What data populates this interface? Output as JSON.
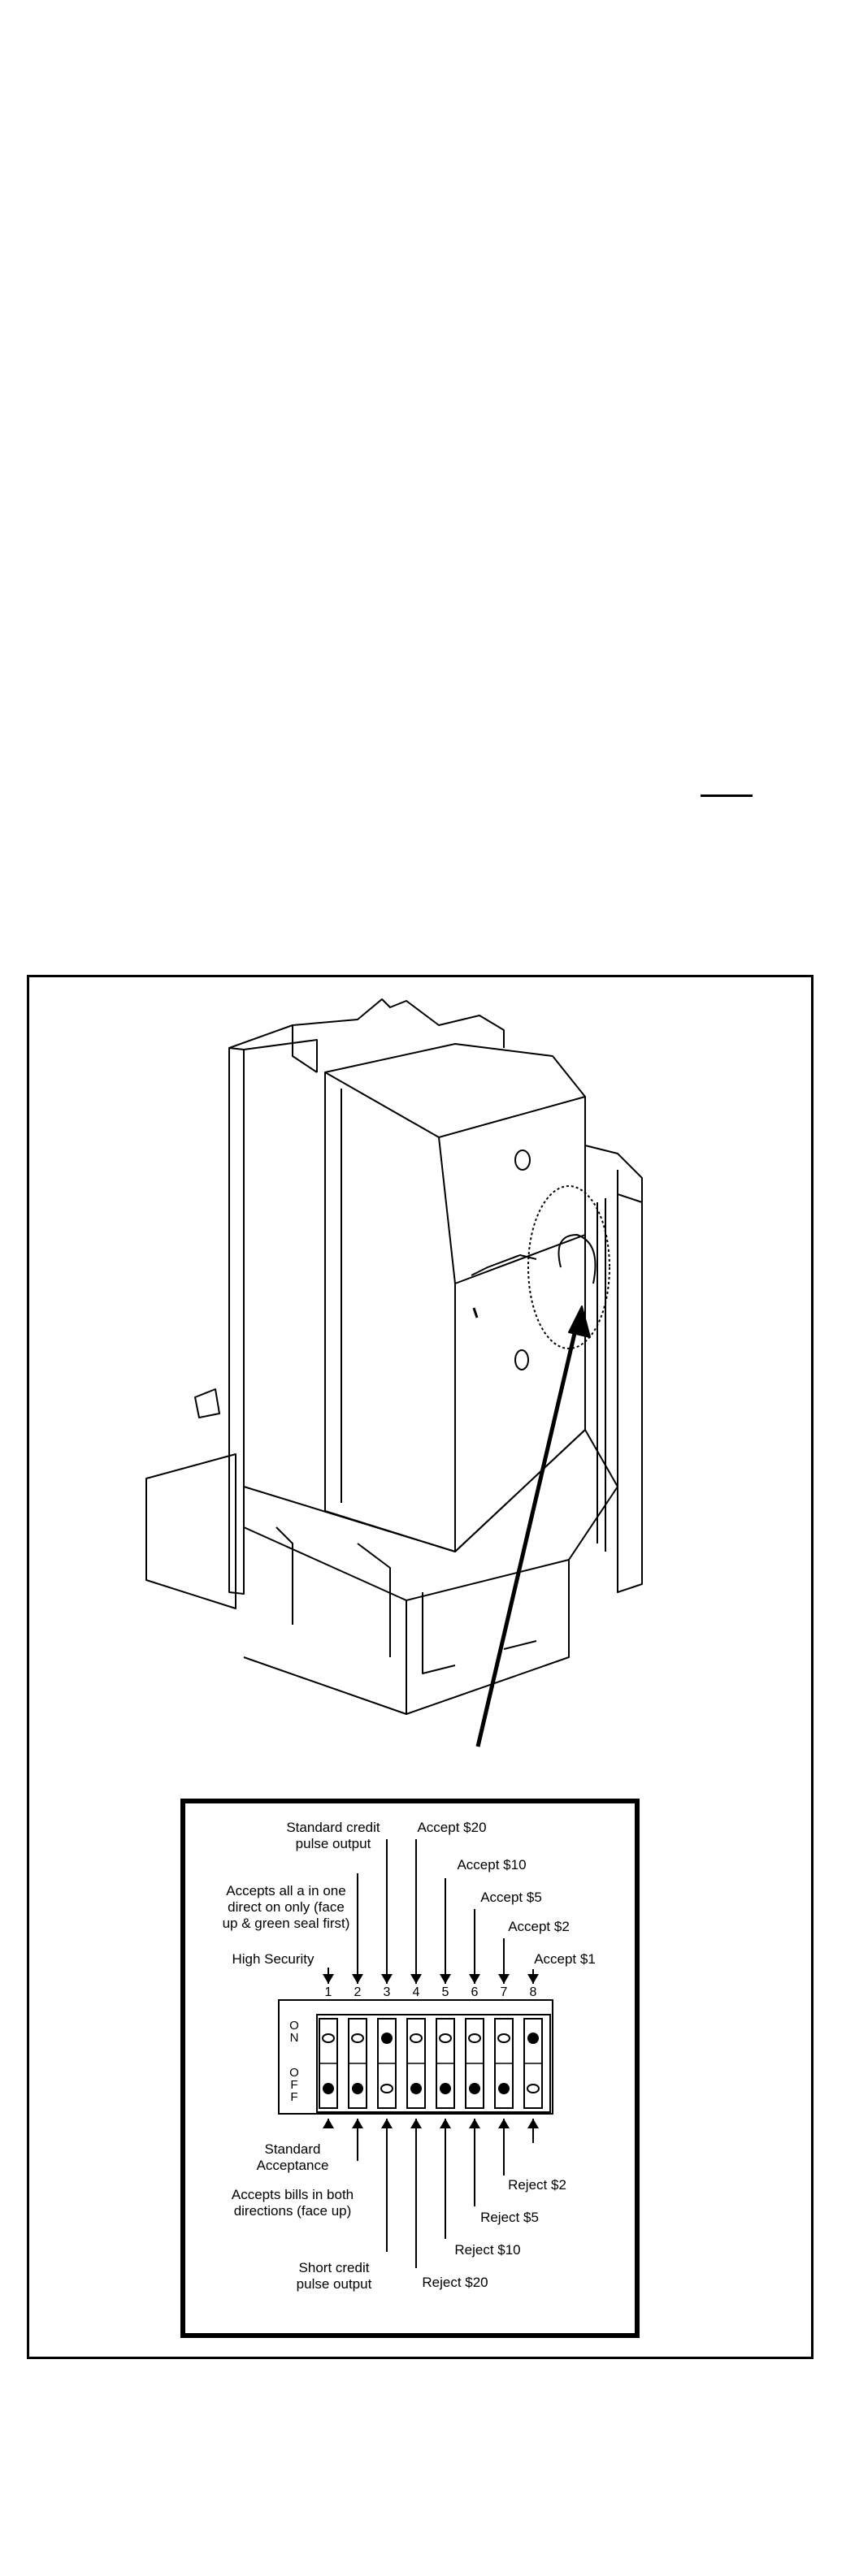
{
  "dip_switch": {
    "switch_numbers": [
      "1",
      "2",
      "3",
      "4",
      "5",
      "6",
      "7",
      "8"
    ],
    "side_labels": {
      "on": "O\nN",
      "off": "O\nF\nF"
    },
    "positions": [
      "off",
      "off",
      "on",
      "off",
      "off",
      "off",
      "off",
      "on"
    ],
    "top_labels": [
      {
        "text": "High Security"
      },
      {
        "text": "Accepts all a in one\ndirect on only (face\nup & green seal first)"
      },
      {
        "text": "Standard credit\npulse output"
      },
      {
        "text": "Accept $20"
      },
      {
        "text": "Accept $10"
      },
      {
        "text": "Accept $5"
      },
      {
        "text": "Accept $2"
      },
      {
        "text": "Accept $1"
      }
    ],
    "bottom_labels": [
      {
        "text": "Standard\nAcceptance"
      },
      {
        "text": "Accepts bills in both\ndirections (face up)"
      },
      {
        "text": "Short credit\npulse output"
      },
      {
        "text": "Reject $20"
      },
      {
        "text": "Reject $10"
      },
      {
        "text": "Reject $5"
      },
      {
        "text": "Reject $2"
      }
    ]
  }
}
